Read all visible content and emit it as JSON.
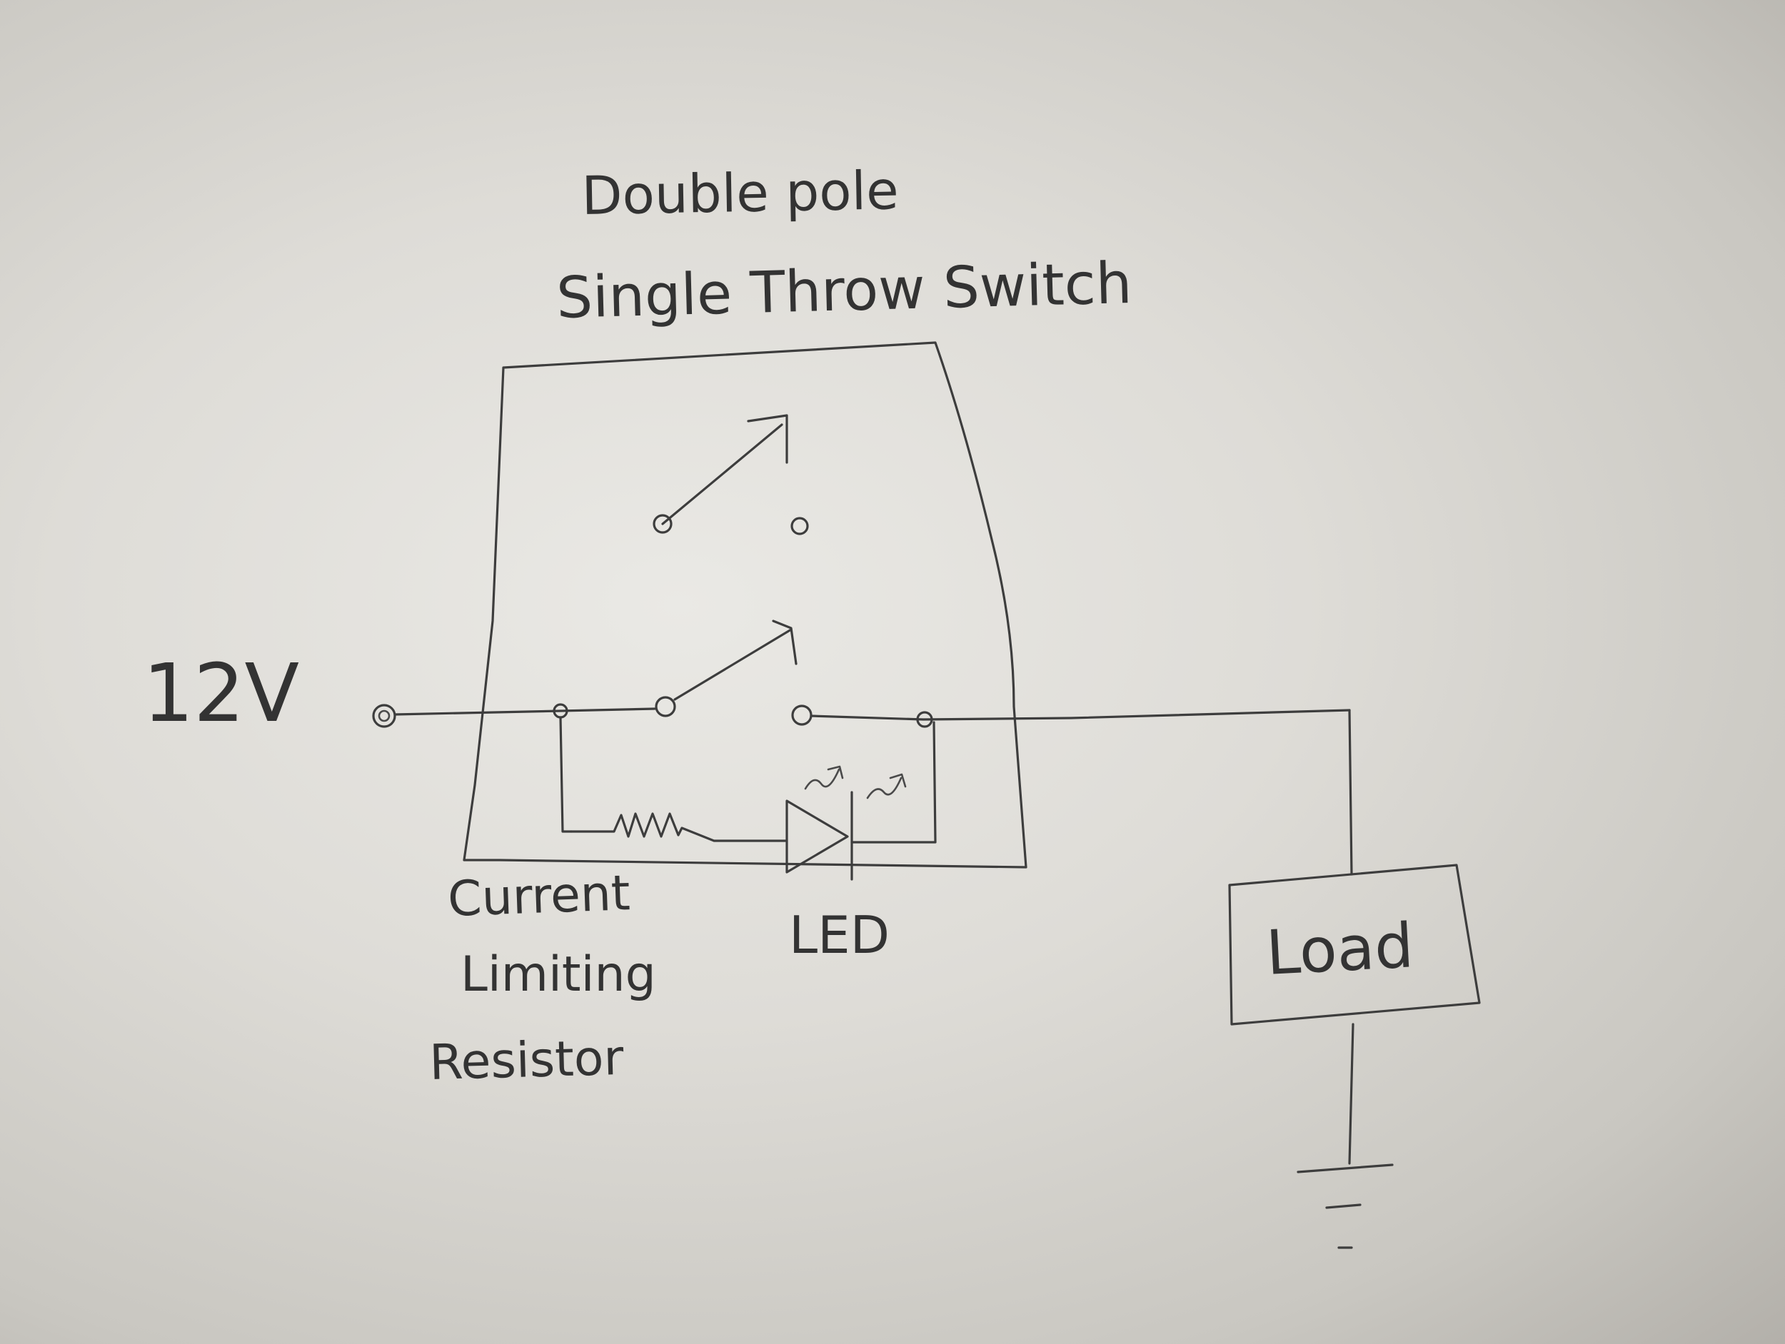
{
  "labels": {
    "title_line1": "Double pole",
    "title_line2": "Single Throw Switch",
    "voltage": "12V",
    "resistor_line1": "Current",
    "resistor_line2": "Limiting",
    "resistor_line3": "Resistor",
    "led": "LED",
    "load": "Load"
  },
  "colors": {
    "ink": "#3d3d3d",
    "paper": "#e4e3df"
  },
  "icons": {
    "switch": "spst-switch-symbol",
    "resistor": "resistor-zigzag-symbol",
    "led": "led-diode-symbol",
    "ground": "ground-symbol"
  }
}
